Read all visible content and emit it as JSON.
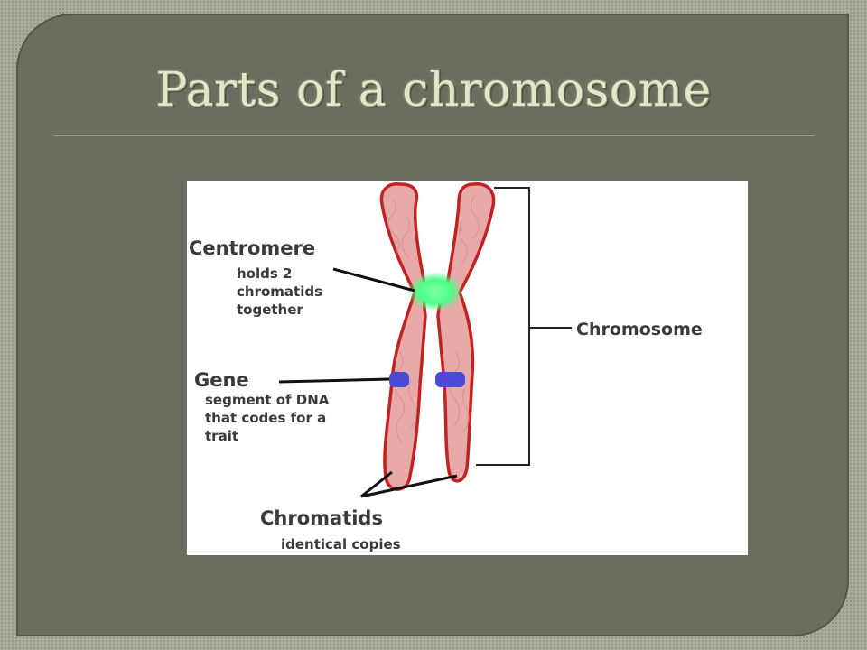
{
  "slide": {
    "title": "Parts of a chromosome"
  },
  "diagram": {
    "centromere": {
      "name": "Centromere",
      "description": [
        "holds 2",
        "chromatids",
        "together"
      ]
    },
    "gene": {
      "name": "Gene",
      "description": [
        "segment of DNA",
        "that codes for a",
        "trait"
      ]
    },
    "chromosome": {
      "name": "Chromosome"
    },
    "chromatids": {
      "name": "Chromatids",
      "description": [
        "identical copies"
      ]
    },
    "colors": {
      "chromatid_fill": "#e8a9a9",
      "chromatid_outline": "#c22222",
      "centromere": "#4dff86",
      "gene_band": "#4a4ad6",
      "label_text": "#3a3a3a"
    }
  }
}
